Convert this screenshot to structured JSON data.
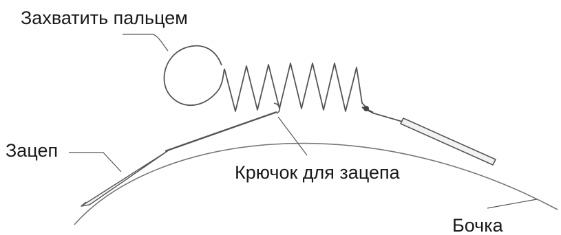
{
  "labels": {
    "grab": "Захватить пальцем",
    "hook": "Зацеп",
    "clasp": "Крючок для зацепа",
    "barrel": "Бочка"
  },
  "colors": {
    "text": "#1a1a1a",
    "line": "#555555",
    "barrel_curve": "#777777",
    "rod_fill": "#f2f2f2"
  }
}
